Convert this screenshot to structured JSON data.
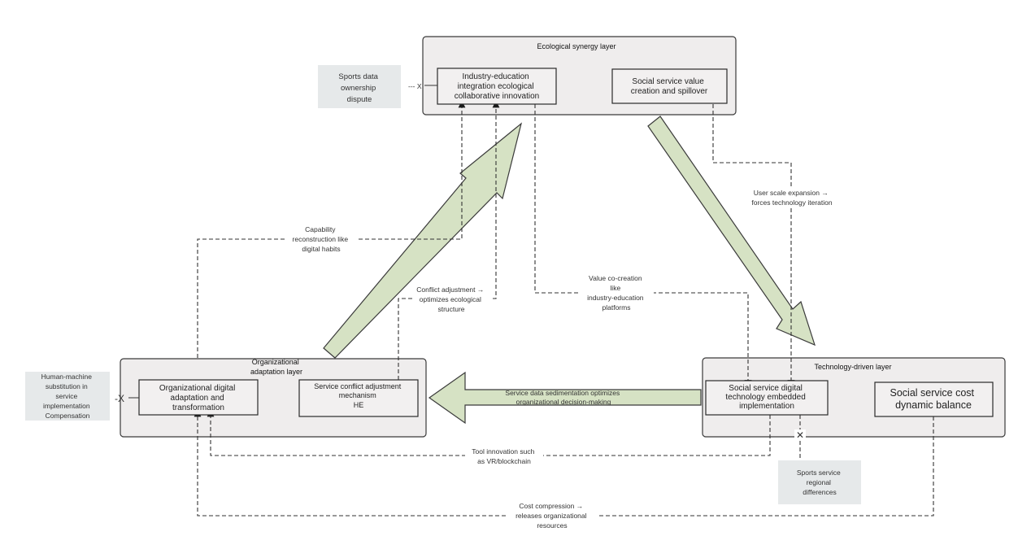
{
  "layers": {
    "ecological": {
      "title": "Ecological synergy layer"
    },
    "organizational": {
      "title_lines": [
        "Organizational",
        "adaptation layer"
      ]
    },
    "technology": {
      "title": "Technology-driven layer"
    }
  },
  "nodes": {
    "industry_education": [
      "Industry-education",
      "integration ecological",
      "collaborative innovation"
    ],
    "social_value": [
      "Social service value",
      "creation and spillover"
    ],
    "org_digital": [
      "Organizational digital",
      "adaptation and",
      "transformation"
    ],
    "service_conflict": [
      "Service conflict adjustment",
      "mechanism",
      "HE"
    ],
    "social_digital": [
      "Social service digital",
      "technology embedded",
      "implementation"
    ],
    "cost_balance": [
      "Social service cost",
      "dynamic balance"
    ]
  },
  "risks": {
    "ownership": [
      "Sports data",
      "ownership",
      "dispute"
    ],
    "human_machine": [
      "Human-machine",
      "substitution in",
      "service",
      "implementation",
      "Compensation"
    ],
    "regional": [
      "Sports service",
      "regional",
      "differences"
    ]
  },
  "edge_labels": {
    "capability": [
      "Capability",
      "reconstruction like",
      "digital habits"
    ],
    "conflict": [
      "Conflict adjustment →",
      "optimizes ecological",
      "structure"
    ],
    "value_cocreation": [
      "Value co-creation",
      "like",
      "industry-education",
      "platforms"
    ],
    "user_scale": [
      "User scale expansion →",
      "forces technology iteration"
    ],
    "data_sedimentation": [
      "Service data sedimentation optimizes",
      "organizational decision-making"
    ],
    "tool_innovation": [
      "Tool innovation such",
      "as VR/blockchain"
    ],
    "cost_compression": [
      "Cost compression →",
      "releases organizational",
      "resources"
    ]
  },
  "markers": {
    "ownership_x": "--- X",
    "human_x": "-X",
    "regional_x": "✕"
  }
}
